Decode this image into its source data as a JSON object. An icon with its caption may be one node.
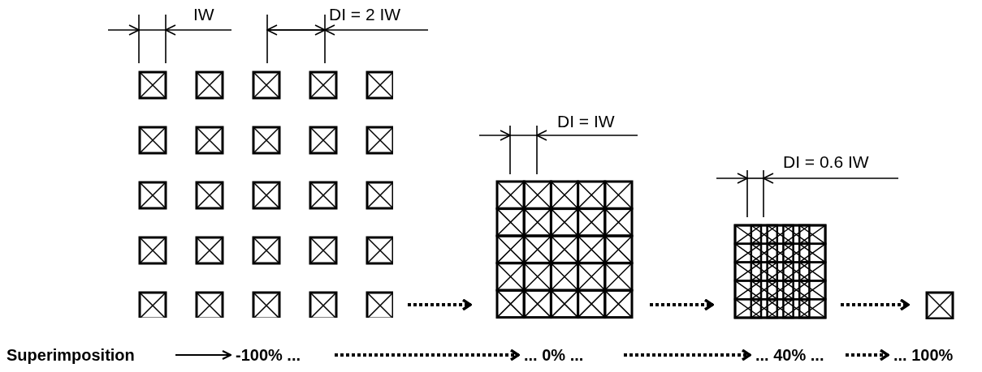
{
  "diagram": {
    "nodes": [
      {
        "text": [],
        "shape": "picture"
      },
      {
        "text": [],
        "shape": "picture"
      },
      {
        "text": [],
        "shape": "picture"
      },
      {
        "text": [],
        "shape": "box"
      },
      {
        "text": [
          "Superimposition"
        ]
      },
      {
        "text": [
          "-100% ..."
        ]
      },
      {
        "text": [
          "... 0% ..."
        ]
      },
      {
        "text": [
          "... 40% ..."
        ]
      },
      {
        "text": [
          "... 100%"
        ]
      }
    ],
    "edges": [
      {
        "from": 0,
        "to": 1,
        "arrow": "to",
        "style": "dashed"
      },
      {
        "from": 1,
        "to": 2,
        "arrow": "to",
        "style": "dashed"
      },
      {
        "from": 2,
        "to": 3,
        "arrow": "to",
        "style": "dashed"
      },
      {
        "from": 4,
        "to": 5,
        "arrow": "to"
      },
      {
        "from": 5,
        "to": 6,
        "arrow": "to",
        "style": "dashed"
      },
      {
        "from": 6,
        "to": 7,
        "arrow": "to",
        "style": "dashed"
      },
      {
        "from": 7,
        "to": 8,
        "arrow": "to",
        "style": "dashed"
      }
    ],
    "labels": [
      "IW",
      "DI = 2 IW",
      "DI = IW",
      "DI = 0.6 IW"
    ]
  }
}
